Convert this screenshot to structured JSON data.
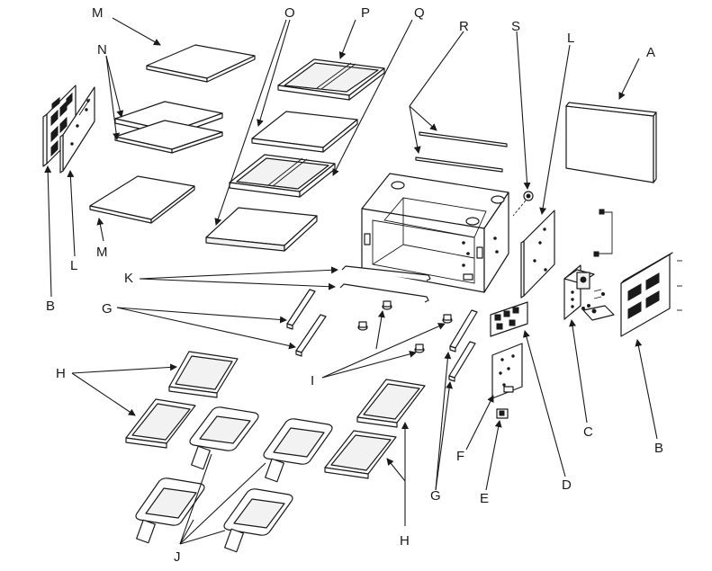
{
  "callouts": {
    "A": "A",
    "B": "B",
    "C": "C",
    "D": "D",
    "E": "E",
    "F": "F",
    "G": "G",
    "H": "H",
    "I": "I",
    "J": "J",
    "K": "K",
    "L": "L",
    "M": "M",
    "N": "N",
    "O": "O",
    "P": "P",
    "Q": "Q",
    "R": "R",
    "S": "S"
  }
}
